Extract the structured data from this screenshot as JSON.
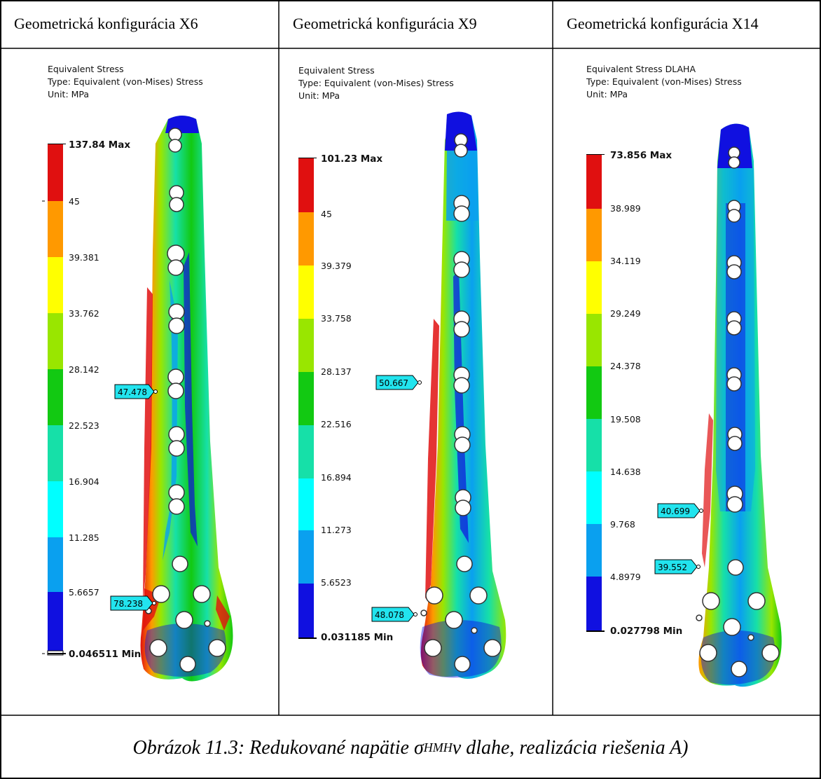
{
  "headers": [
    "Geometrická konfigurácia X6",
    "Geometrická konfigurácia X9",
    "Geometrická konfigurácia X14"
  ],
  "panels": [
    {
      "legend_title": "Equivalent Stress",
      "legend_type": "Type: Equivalent (von-Mises) Stress",
      "legend_unit": "Unit: MPa",
      "max_label": "137.84 Max",
      "min_label": "0.046511 Min",
      "levels": [
        "45",
        "39.381",
        "33.762",
        "28.142",
        "22.523",
        "16.904",
        "11.285",
        "5.6657"
      ],
      "probes": [
        "47.478",
        "78.238"
      ]
    },
    {
      "legend_title": "Equivalent Stress",
      "legend_type": "Type: Equivalent (von-Mises) Stress",
      "legend_unit": "Unit: MPa",
      "max_label": "101.23 Max",
      "min_label": "0.031185 Min",
      "levels": [
        "45",
        "39.379",
        "33.758",
        "28.137",
        "22.516",
        "16.894",
        "11.273",
        "5.6523"
      ],
      "probes": [
        "50.667",
        "48.078"
      ]
    },
    {
      "legend_title": "Equivalent Stress DLAHA",
      "legend_type": "Type: Equivalent (von-Mises) Stress",
      "legend_unit": "Unit: MPa",
      "max_label": "73.856 Max",
      "min_label": "0.027798 Min",
      "levels": [
        "38.989",
        "34.119",
        "29.249",
        "24.378",
        "19.508",
        "14.638",
        "9.768",
        "4.8979"
      ],
      "probes": [
        "40.699",
        "39.552"
      ]
    }
  ],
  "colors": {
    "scale": [
      "#e01010",
      "#ff9900",
      "#ffff00",
      "#99e600",
      "#12c912",
      "#16e0a8",
      "#00ffff",
      "#0aa0ef",
      "#1010e0"
    ],
    "callout_fill": "#22e4ee"
  },
  "caption": {
    "prefix": "Obrázok 11.3: Redukované napätie σ",
    "subscript": "HMH",
    "suffix": " v dlahe, realizácia riešenia A)"
  }
}
